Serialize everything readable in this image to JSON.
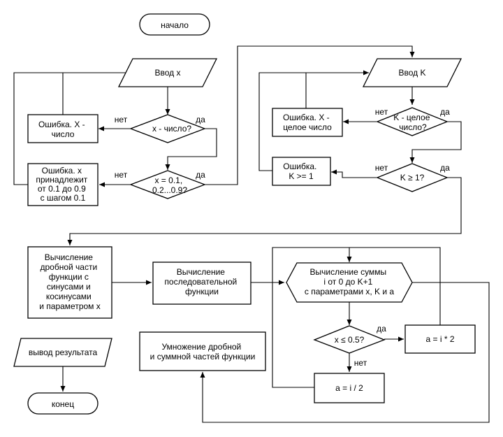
{
  "nodes": {
    "start": "начало",
    "input_x": "Ввод x",
    "check_x_number": "x - число?",
    "err_x_number": [
      "Ошибка. X -",
      "число"
    ],
    "check_x_range": [
      "x = 0.1,",
      "0.2...0.9?"
    ],
    "err_x_range": [
      "Ошибка. x",
      "принадлежит",
      "от 0.1 до 0.9",
      "с шагом 0.1"
    ],
    "input_k": "Ввод K",
    "check_k_integer": [
      "K - целое",
      "число?"
    ],
    "err_k_integer": [
      "Ошибка. X -",
      "целое число"
    ],
    "check_k_ge1": "K ≥ 1?",
    "err_k_ge1": [
      "Ошибка.",
      "K >= 1"
    ],
    "calc_fraction": [
      "Вычисление",
      "дробной части",
      "функции с",
      "синусами и",
      "косинусами",
      "и параметром x"
    ],
    "calc_sequence": [
      "Вычисление",
      "последовательной",
      "функции"
    ],
    "loop_sum": [
      "Вычисление суммы",
      "i от 0 до K+1",
      "с параметрами x, K и a"
    ],
    "check_x_half": "x ≤ 0.5?",
    "assign_mul": "a = i * 2",
    "assign_div": "a = i / 2",
    "multiply": [
      "Умножение дробной",
      "и суммной частей функции"
    ],
    "output": "вывод результата",
    "end": "конец"
  },
  "edges": {
    "yes": "да",
    "no": "нет"
  }
}
